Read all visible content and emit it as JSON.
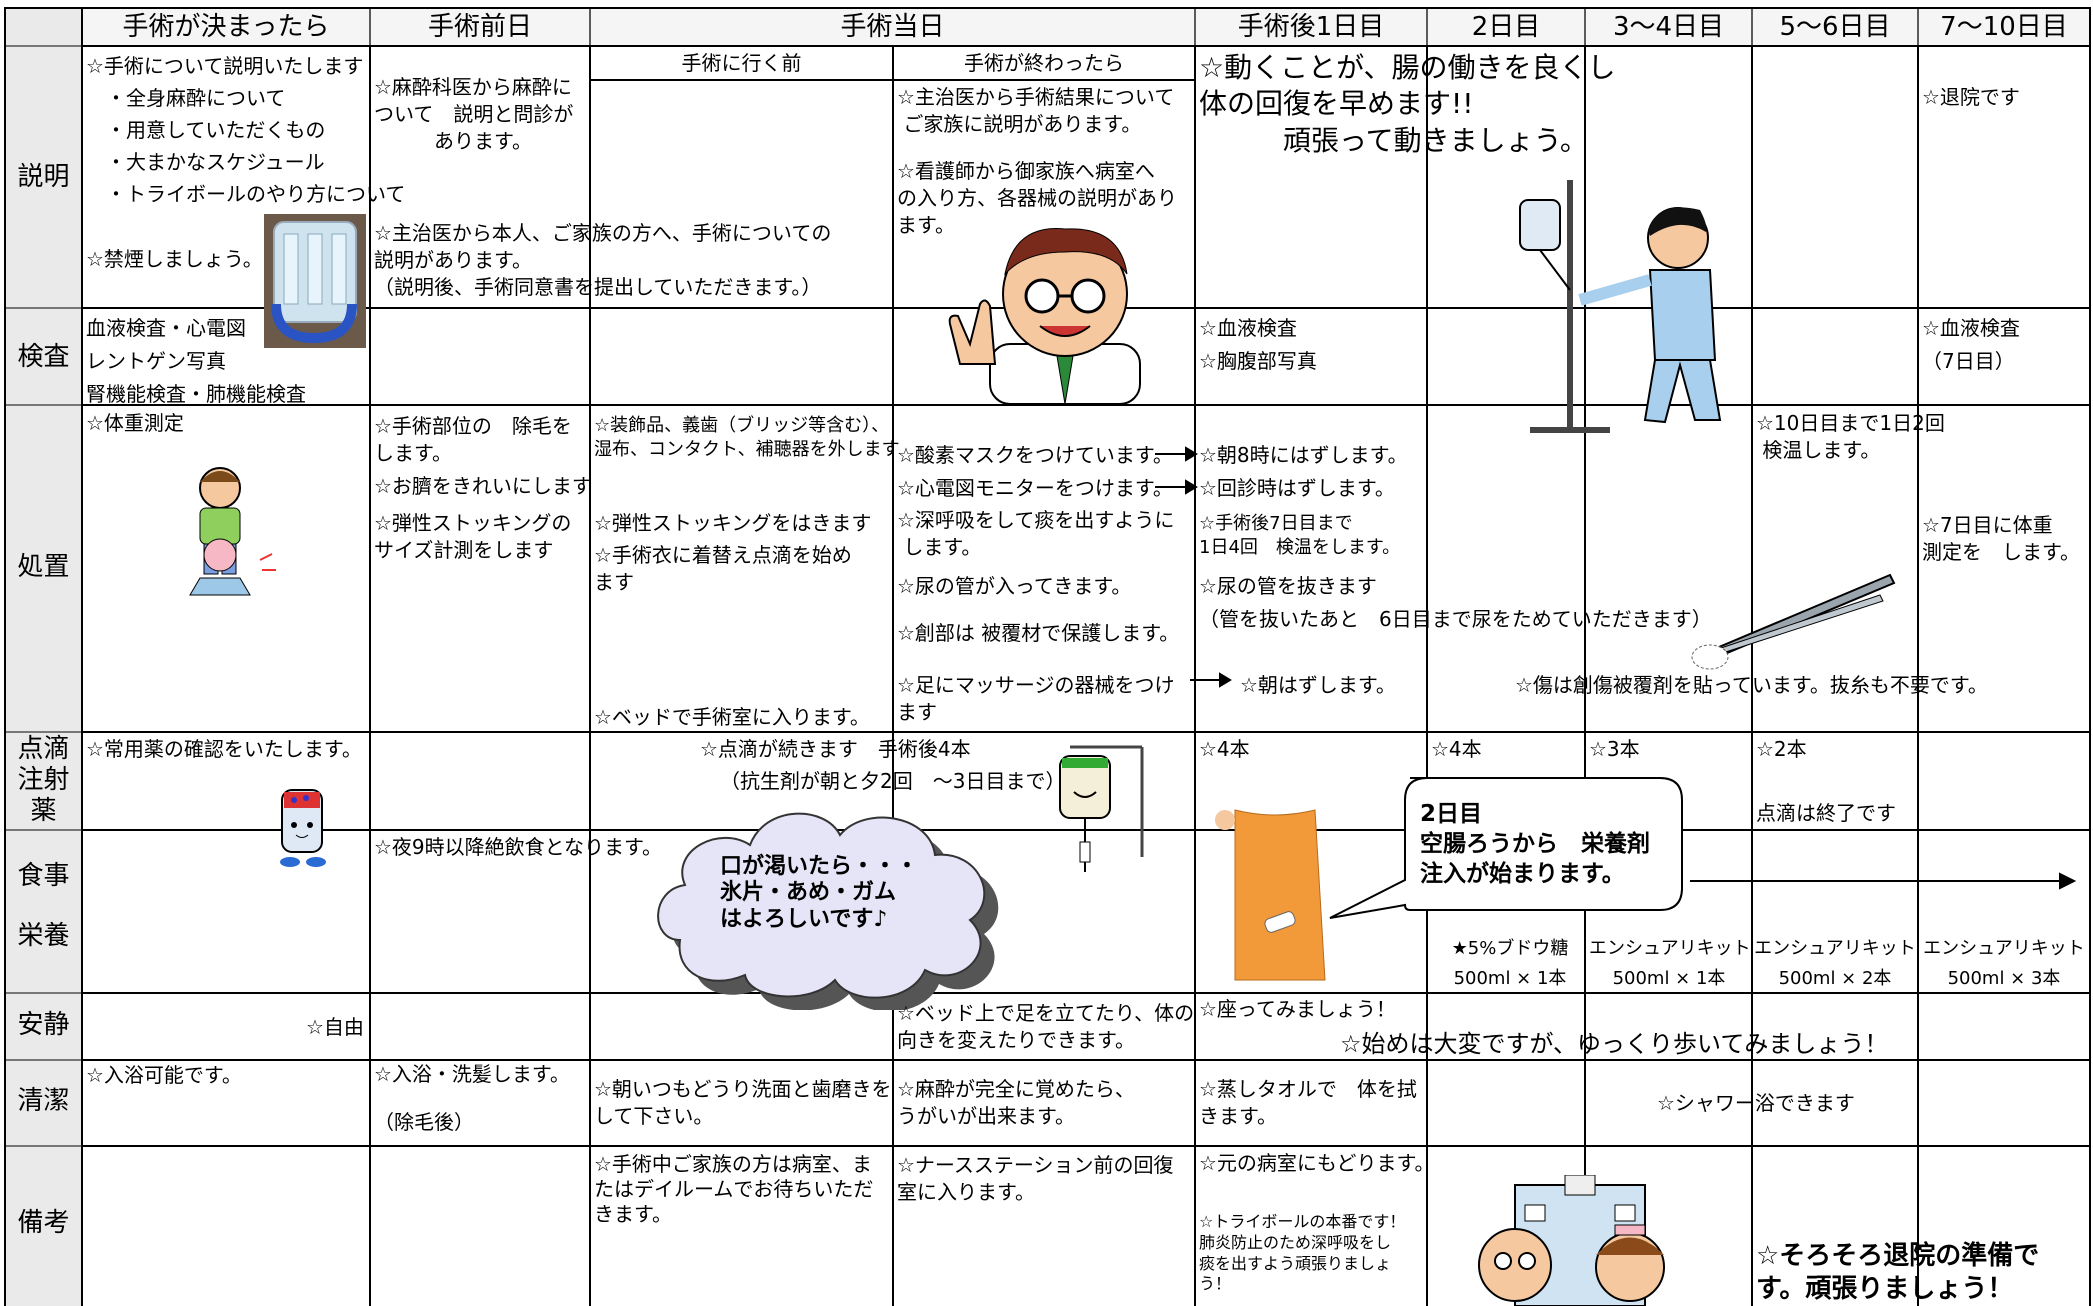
{
  "header": {
    "cols": [
      "手術が決まったら",
      "手術前日",
      "手術当日",
      "手術後1日目",
      "2日目",
      "3〜4日目",
      "5〜6日目",
      "7〜10日目"
    ],
    "sub_before": "手術に行く前",
    "sub_after": "手術が終わったら"
  },
  "rows": {
    "setsumei": "説明",
    "kensa": "検査",
    "shochi": "処置",
    "tenteki": "点滴\n注射\n薬",
    "shokuji": "食事\n\n栄養",
    "ansei": "安静",
    "seiketsu": "清潔",
    "biko": "備考"
  },
  "setsumei": {
    "c1": "☆手術について説明いたします\n　・全身麻酔について\n　・用意していただくもの\n　・大まかなスケジュール\n　・トライボールのやり方について",
    "c1_smoke": "☆禁煙しましょう。",
    "c2": "☆麻酔科医から麻酔に\nついて　説明と問診が\n　　　あります。",
    "c2_surgeon": "☆主治医から本人、ご家族の方へ、手術についての\n説明があります。\n（説明後、手術同意書を提出していただきます。）",
    "c4": "☆主治医から手術結果について\n ご家族に説明があります。",
    "c4b": "☆看護師から御家族へ病室へ\nの入り方、各器械の説明があり\nます。",
    "c5": "☆動くことが、腸の働きを良くし\n体の回復を早めます!!\n　　　頑張って動きましょう。",
    "c9": "☆退院です"
  },
  "kensa": {
    "c1": "血液検査・心電図\nレントゲン写真\n腎機能検査・肺機能検査",
    "c5": "☆血液検査\n☆胸腹部写真",
    "c9": "☆血液検査\n（7日目）"
  },
  "shochi": {
    "c1": "☆体重測定",
    "c2": "☆手術部位の　除毛を\nします。",
    "c2b": "☆お臍をきれいにします",
    "c2c": "☆弾性ストッキングの\nサイズ計測をします",
    "c3": "☆装飾品、義歯（ブリッジ等含む）、\n湿布、コンタクト、補聴器を外します",
    "c3b": "☆弾性ストッキングをはきます",
    "c3c": "☆手術衣に着替え点滴を始め\nます",
    "c3d": "☆ベッドで手術室に入ります。",
    "c4a": "☆酸素マスクをつけています。",
    "c4b": "☆心電図モニターをつけます。",
    "c4c": "☆深呼吸をして痰を出すように\n します。",
    "c4d": "☆尿の管が入ってきます。",
    "c4e": "☆創部は 被覆材で保護します。",
    "c4f": "☆足にマッサージの器械をつけ\nます",
    "c5a": "☆朝8時にはずします。",
    "c5b": "☆回診時はずします。",
    "c5c": "☆手術後7日目まで\n1日4回　検温をします。",
    "c5d": "☆尿の管を抜きます",
    "c5e": "（管を抜いたあと　6日目まで尿をためていただきます）",
    "c5f": "☆朝はずします。",
    "c8": "☆10日目まで1日2回\n 検温します。",
    "c9": "☆7日目に体重\n測定を　します。",
    "wound": "☆傷は創傷被覆剤を貼っています。抜糸も不要です。"
  },
  "tenteki": {
    "c1": "☆常用薬の確認をいたします。",
    "c3": "☆点滴が続きます　手術後4本",
    "c3b": "（抗生剤が朝と夕2回　〜3日目まで）",
    "c5": "☆4本",
    "c6": "☆4本",
    "c7": "☆3本",
    "c8": "☆2本",
    "c8b": "点滴は終了です"
  },
  "shokuji": {
    "c2": "☆夜9時以降絶飲食となります。",
    "cloud": "口が渇いたら・・・\n氷片・あめ・ガム\nはよろしいです♪",
    "bubble": "2日目\n空腸ろうから　栄養剤\n注入が始まります。",
    "c6": "★5%ブドウ糖\n500ml × 1本",
    "c7": "エンシュアリキット\n500ml × 1本",
    "c8": "エンシュアリキット\n500ml × 2本",
    "c9": "エンシュアリキット\n500ml × 3本"
  },
  "ansei": {
    "c1": "☆自由",
    "c4": "☆ベッド上で足を立てたり、体の\n向きを変えたりできます。",
    "c5": "☆座ってみましょう！",
    "walk": "☆始めは大変ですが、ゆっくり歩いてみましょう！"
  },
  "seiketsu": {
    "c1": "☆入浴可能です。",
    "c2": "☆入浴・洗髪します。\n\n（除毛後）",
    "c3": "☆朝いつもどうり洗面と歯磨きを\nして下さい。",
    "c4": "☆麻酔が完全に覚めたら、\nうがいが出来ます。",
    "c5": "☆蒸しタオルで　体を拭\nきます。",
    "shower": "☆シャワー浴できます"
  },
  "biko": {
    "c3": "☆手術中ご家族の方は病室、ま\nたはデイルームでお待ちいただ\nきます。",
    "c4": "☆ナースステーション前の回復\n室に入ります。",
    "c5": "☆元の病室にもどります。",
    "c5b": "☆トライボールの本番です！\n肺炎防止のため深呼吸をし\n痰を出すよう頑張りましょ\nう！",
    "c8": "☆そろそろ退院の準備で\nす。頑張りましょう！"
  },
  "icons": [
    "triball-icon",
    "doctor-icon",
    "iv-patient-walking-icon",
    "child-scale-icon",
    "tweezers-icon",
    "medicine-bottle-icon",
    "iv-bag-icon",
    "patient-stomach-icon",
    "hospital-staff-icon"
  ]
}
